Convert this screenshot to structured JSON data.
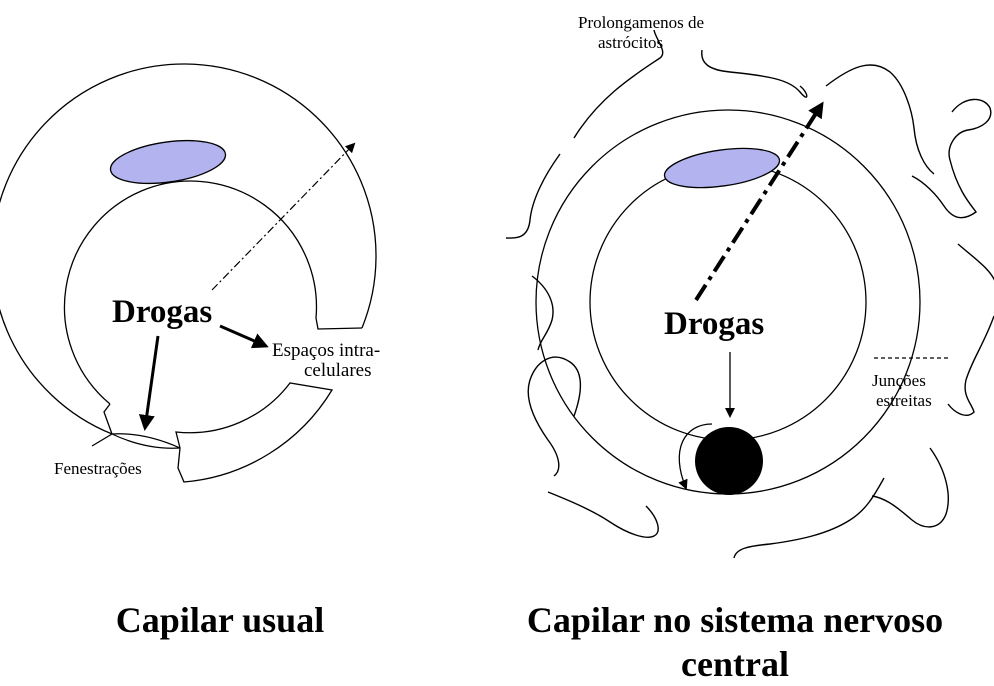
{
  "left_panel": {
    "drug_label": "Drogas",
    "spaces_label_line1": "Espaços intra-",
    "spaces_label_line2": "celulares",
    "fenestration_label": "Fenestrações",
    "caption": "Capilar usual"
  },
  "right_panel": {
    "astrocyte_label_line1": "Prolongamenos de",
    "astrocyte_label_line2": "astrócitos",
    "drug_label": "Drogas",
    "junction_label_line1": "Junções",
    "junction_label_line2": "estreitas",
    "caption_line1": "Capilar no sistema nervoso",
    "caption_line2": "central"
  },
  "colors": {
    "nucleus_fill": "#b3b3f0",
    "line": "#000000",
    "transporter": "#000000"
  }
}
